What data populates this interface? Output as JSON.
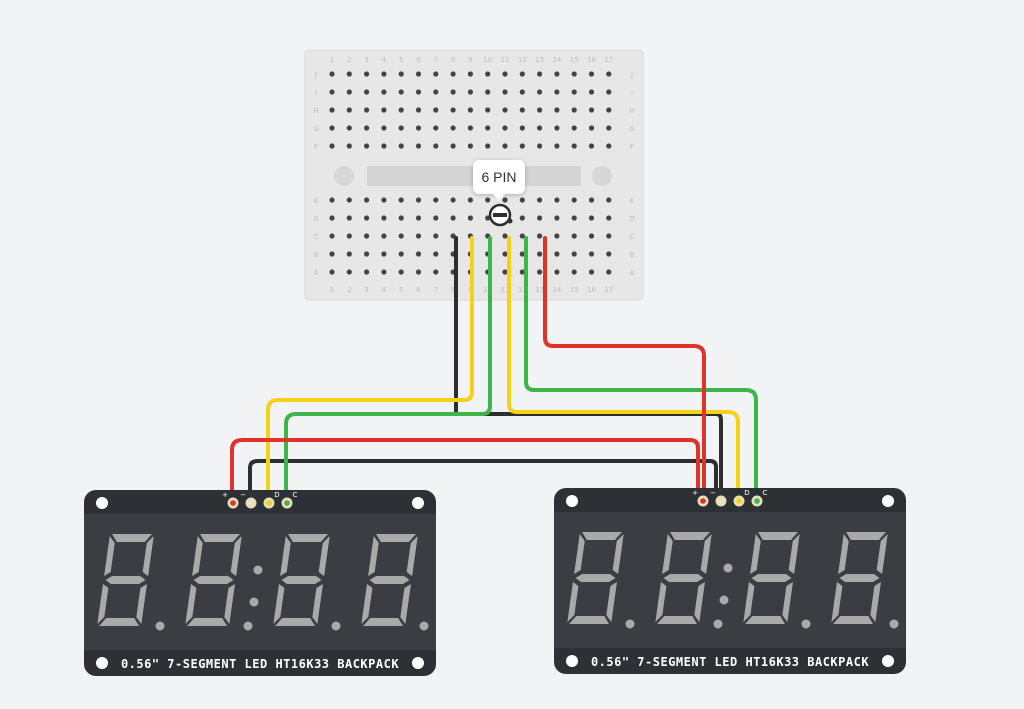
{
  "tooltip": {
    "text": "6 PIN"
  },
  "breadboard": {
    "columns": [
      "1",
      "2",
      "3",
      "4",
      "5",
      "6",
      "7",
      "8",
      "9",
      "10",
      "11",
      "12",
      "13",
      "14",
      "15",
      "16",
      "17"
    ],
    "rows_top": [
      "J",
      "I",
      "H",
      "G",
      "F"
    ],
    "rows_bottom": [
      "E",
      "D",
      "C",
      "B",
      "A"
    ]
  },
  "displays": [
    {
      "label": "0.56\" 7-SEGMENT LED HT16K33 BACKPACK",
      "pins": [
        "+",
        "−",
        "D",
        "C"
      ]
    },
    {
      "label": "0.56\" 7-SEGMENT LED HT16K33 BACKPACK",
      "pins": [
        "+",
        "−",
        "D",
        "C"
      ]
    }
  ],
  "colors": {
    "black": "#2e2e2e",
    "yellow": "#f4d21a",
    "green": "#3db54a",
    "red": "#e0312b",
    "board": "#2d3035"
  }
}
